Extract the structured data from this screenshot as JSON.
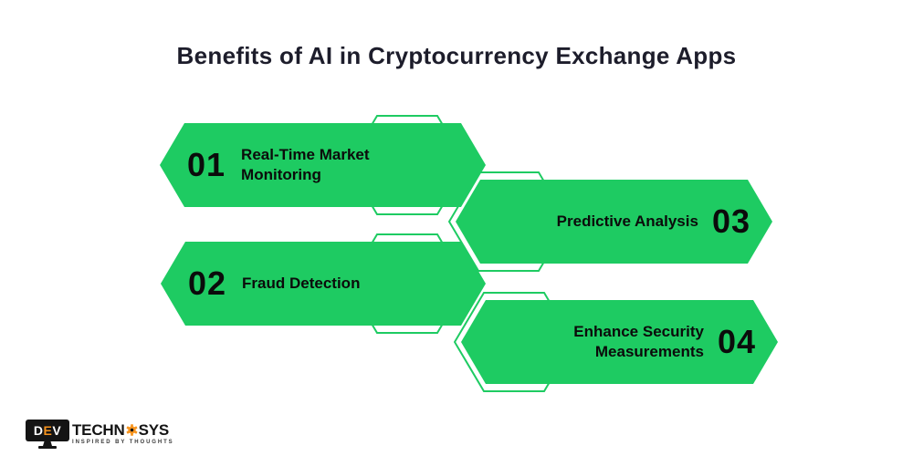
{
  "title": "Benefits of AI in Cryptocurrency Exchange Apps",
  "colors": {
    "banner_fill_green": "#1ecb62",
    "banner_outline_green": "#1ecb62",
    "title_text": "#1d1d2b",
    "banner_text": "#0b0b0b",
    "logo_orange": "#f7941e",
    "logo_black": "#141414",
    "background": "#ffffff"
  },
  "banners": [
    {
      "number": "01",
      "label": "Real-Time Market Monitoring"
    },
    {
      "number": "02",
      "label": "Fraud Detection"
    },
    {
      "number": "03",
      "label": "Predictive Analysis"
    },
    {
      "number": "04",
      "label": "Enhance Security Measurements"
    }
  ],
  "logo": {
    "dev_d": "D",
    "dev_e": "E",
    "dev_v": "V",
    "name_part1": "TECHN",
    "name_part2": "SYS",
    "gear_icon": "gear-icon",
    "tagline": "INSPIRED BY THOUGHTS"
  }
}
